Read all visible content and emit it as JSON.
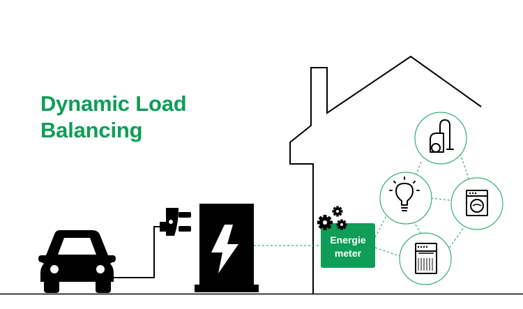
{
  "title": {
    "line1": "Dynamic Load",
    "line2": "Balancing"
  },
  "energy_meter": {
    "line1": "Energie",
    "line2": "meter"
  },
  "colors": {
    "accent": "#0f9d58",
    "ink": "#000000",
    "background": "#ffffff"
  },
  "icons": [
    "car-icon",
    "plug-icon",
    "charging-station-icon",
    "gears-icon",
    "vacuum-cleaner-icon",
    "light-bulb-icon",
    "washing-machine-icon",
    "dishwasher-icon"
  ]
}
